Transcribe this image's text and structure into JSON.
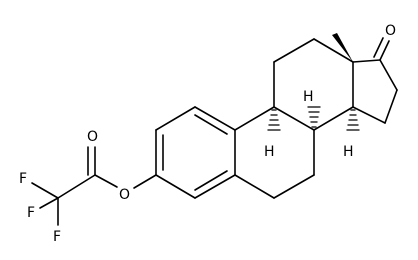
{
  "diagram": {
    "atoms": {
      "oxygen_ketone": "O",
      "oxygen_carbonyl": "O",
      "oxygen_ester": "O",
      "fluorine_1": "F",
      "fluorine_2": "F",
      "fluorine_3": "F",
      "hydrogen_c8": "H",
      "hydrogen_c9": "H",
      "hydrogen_c14": "H"
    }
  }
}
